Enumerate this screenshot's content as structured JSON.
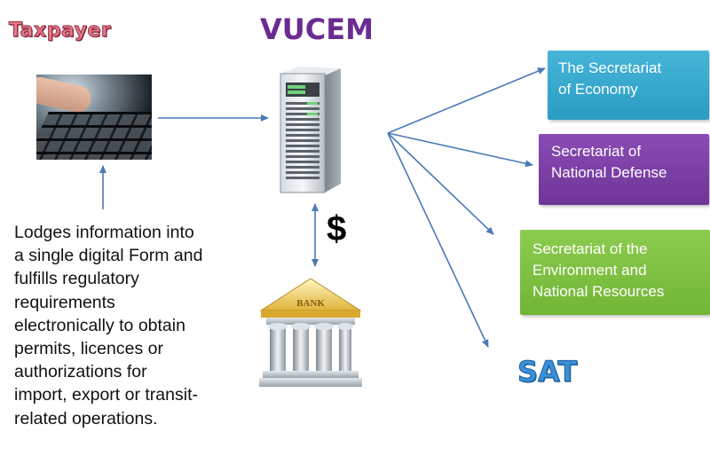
{
  "taxpayer": {
    "title": "Taxpayer"
  },
  "vucem": {
    "title": "VUCEM"
  },
  "payment": {
    "symbol": "$"
  },
  "description": {
    "lines": [
      "Lodges information into",
      "a single digital Form and",
      "fulfills regulatory",
      "requirements",
      "electronically to obtain",
      "permits, licences or",
      "authorizations for",
      "import, export or transit-",
      "related operations."
    ]
  },
  "agencies": {
    "economy": {
      "lines": [
        "The Secretariat",
        "of Economy"
      ]
    },
    "defense": {
      "lines": [
        "Secretariat of",
        "National Defense"
      ]
    },
    "environment": {
      "lines": [
        "Secretariat of the",
        "Environment and",
        "National Resources"
      ]
    },
    "sat": {
      "label": "SAT"
    }
  },
  "bank": {
    "sign": "BANK"
  },
  "colors": {
    "economy_box": "#2fa2c8",
    "defense_box": "#7a3fa5",
    "environment_box": "#7fc242",
    "arrow": "#4a7ab8",
    "vucem_title": "#6a2c91",
    "sat_title": "#3a8fd8",
    "taxpayer_title": "#e07a8c"
  },
  "icons": {
    "photo": "keyboard-typing-photo",
    "server": "server-tower-icon",
    "bank": "bank-building-icon"
  }
}
